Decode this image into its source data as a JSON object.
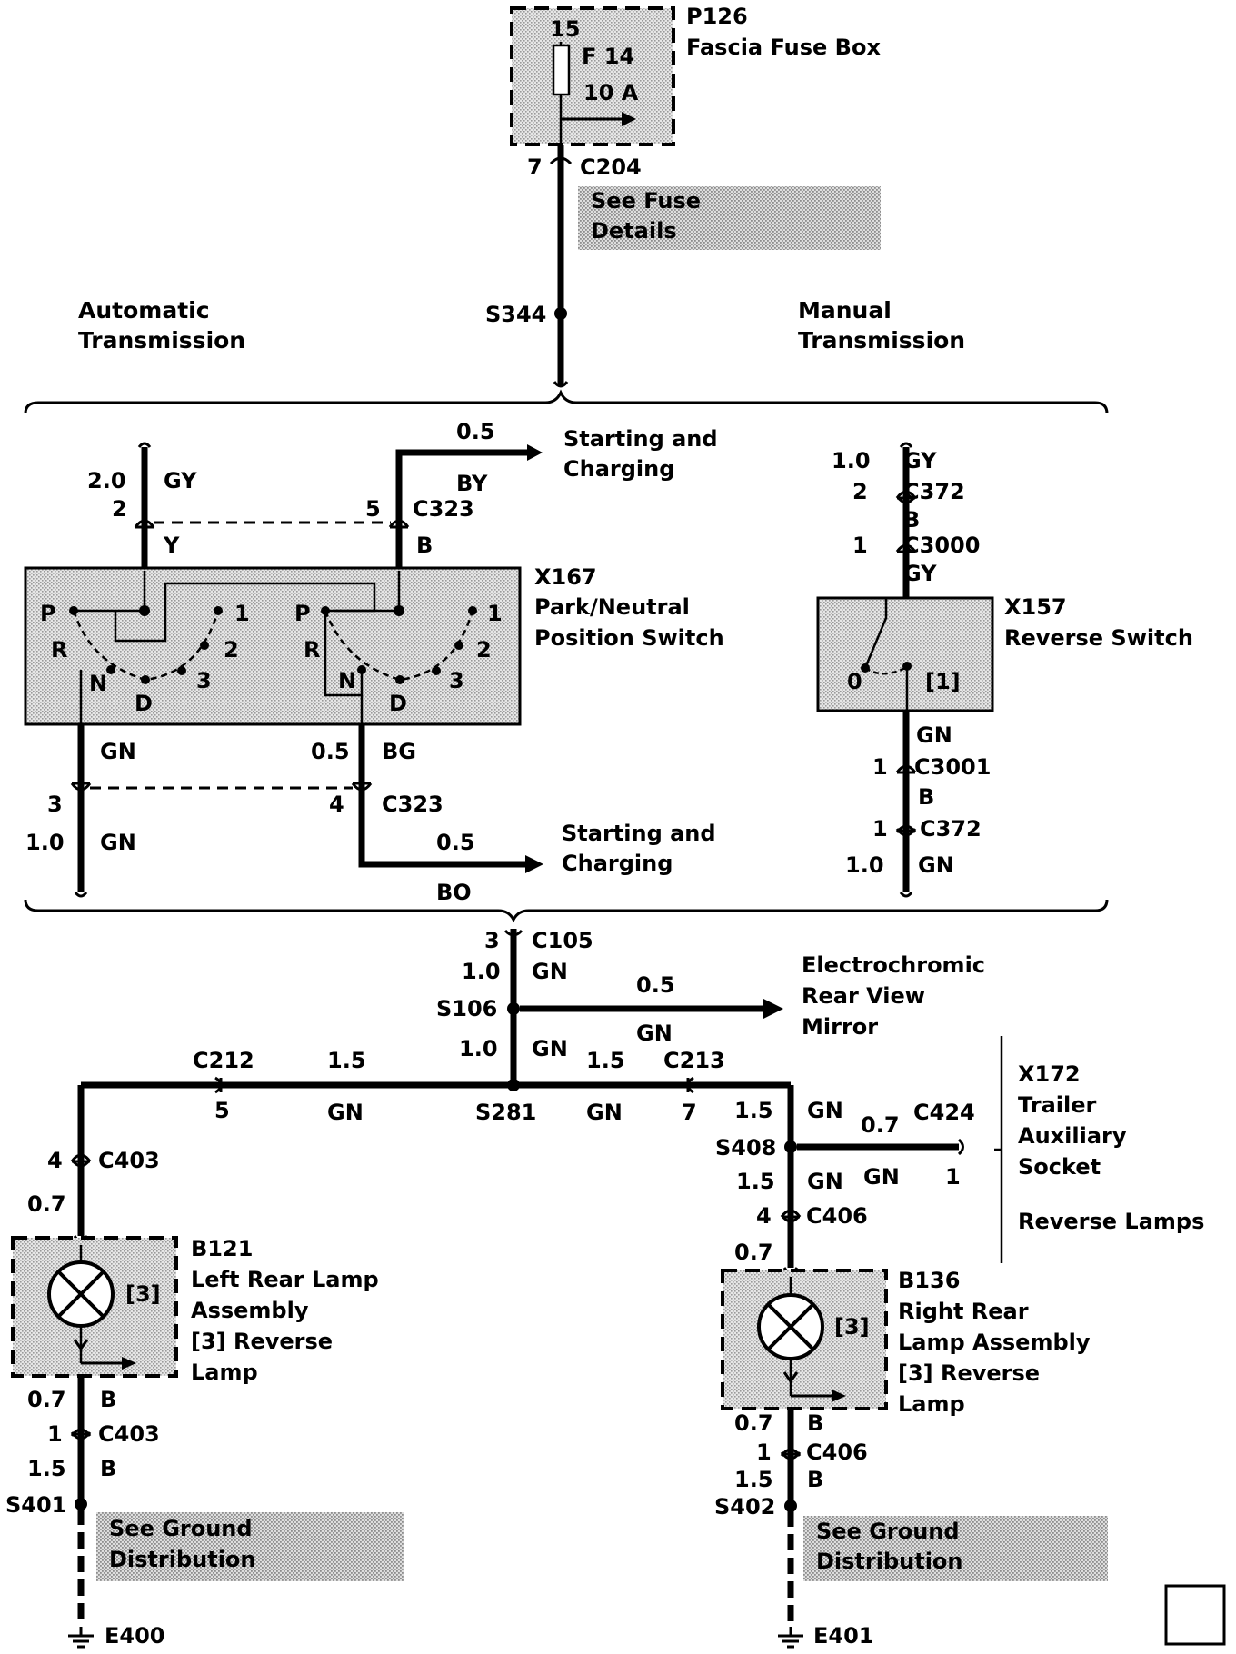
{
  "fuse_box": {
    "id": "P126",
    "name": "Fascia Fuse Box",
    "terminal": "15",
    "fuse": "F 14",
    "rating": "10 A"
  },
  "c204": {
    "pin": "7",
    "id": "C204"
  },
  "fuse_note": [
    "See Fuse",
    "Details"
  ],
  "s344": "S344",
  "auto_label": [
    "Automatic",
    "Transmission"
  ],
  "manual_label": [
    "Manual",
    "Transmission"
  ],
  "x167": {
    "id": "X167",
    "name": [
      "Park/Neutral",
      "Position Switch"
    ],
    "top_left": {
      "size": "2.0",
      "color": "GY",
      "pin": "2",
      "bottom_color": "Y"
    },
    "top_right": {
      "size": "0.5",
      "color": "BY",
      "pin": "5",
      "conn": "C323",
      "bottom_color": "B"
    },
    "dest_top": [
      "Starting and",
      "Charging"
    ],
    "positions": [
      "P",
      "R",
      "N",
      "D",
      "3",
      "2",
      "1"
    ],
    "bottom_left": {
      "color_top": "GN",
      "pin": "3",
      "size": "1.0",
      "color": "GN"
    },
    "bottom_right": {
      "size_top": "0.5",
      "color_top": "BG",
      "pin": "4",
      "conn": "C323",
      "size": "0.5",
      "color": "BO"
    },
    "dest_bottom": [
      "Starting and",
      "Charging"
    ]
  },
  "x157": {
    "id": "X157",
    "name": "Reverse Switch",
    "top_size": "1.0",
    "top_color": "GY",
    "c372_pin": "2",
    "c372": "C372",
    "c372_color": "B",
    "c3000_pin": "1",
    "c3000": "C3000",
    "c3000_color": "GY",
    "zero": "0",
    "ref": "[1]",
    "out_color": "GN",
    "c3001_pin": "1",
    "c3001": "C3001",
    "c3001_color": "B",
    "c372b_pin": "1",
    "c372b": "C372",
    "bottom_size": "1.0",
    "bottom_color": "GN"
  },
  "c105": {
    "pin": "3",
    "id": "C105",
    "size": "1.0",
    "color": "GN"
  },
  "s106": "S106",
  "mirror": {
    "size": "0.5",
    "color": "GN",
    "name": [
      "Electrochromic",
      "Rear View",
      "Mirror"
    ]
  },
  "s281": {
    "id": "S281",
    "size": "1.0",
    "color": "GN"
  },
  "left_branch": {
    "conn": "C212",
    "pin": "5",
    "size": "1.5",
    "color": "GN"
  },
  "right_branch": {
    "size": "1.5",
    "color": "GN",
    "conn": "C213",
    "pin": "7",
    "size2": "1.5",
    "color2": "GN"
  },
  "trailer": {
    "s408": "S408",
    "size": "0.7",
    "color": "GN",
    "conn": "C424",
    "pin": "1",
    "id": "X172",
    "name": [
      "Trailer",
      "Auxiliary",
      "Socket"
    ],
    "function": "Reverse Lamps"
  },
  "left_lamp": {
    "pin": "4",
    "conn": "C403",
    "size": "0.7",
    "id": "B121",
    "name": [
      "Left Rear Lamp",
      "Assembly",
      "[3]  Reverse",
      "Lamp"
    ],
    "ref": "[3]",
    "out_size": "0.7",
    "out_color": "B",
    "c403b_pin": "1",
    "c403b": "C403",
    "size2": "1.5",
    "color2": "B",
    "splice": "S401",
    "ground": "E400"
  },
  "right_lamp": {
    "s408_size": "1.5",
    "s408_color": "GN",
    "pin": "4",
    "conn": "C406",
    "size": "0.7",
    "id": "B136",
    "name": [
      "Right Rear",
      "Lamp Assembly",
      "[3]  Reverse",
      "Lamp"
    ],
    "ref": "[3]",
    "out_size": "0.7",
    "out_color": "B",
    "c406b_pin": "1",
    "c406b": "C406",
    "size2": "1.5",
    "color2": "B",
    "splice": "S402",
    "ground": "E401"
  },
  "ground_note": [
    "See Ground",
    "Distribution"
  ]
}
